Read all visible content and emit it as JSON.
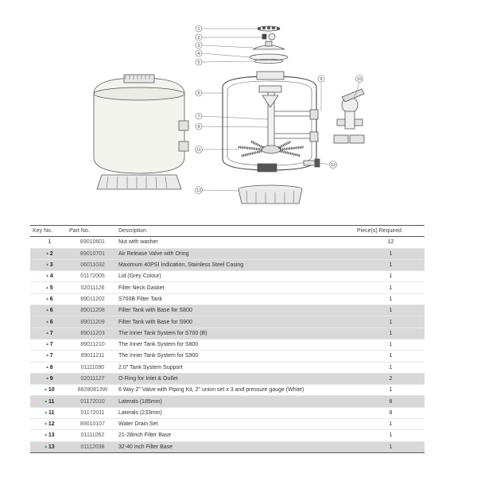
{
  "diagram": {
    "callouts": [
      "1",
      "2",
      "3",
      "4",
      "5",
      "6",
      "7",
      "8",
      "9",
      "10",
      "11",
      "12",
      "13"
    ]
  },
  "table": {
    "headers": {
      "key_no": "Key No.",
      "part_no": "Part No.",
      "description": "Description",
      "pieces": "Piece(s) Required"
    },
    "rows": [
      {
        "key": "1",
        "part": "89010601",
        "desc": "Nut with washer",
        "qty": "12",
        "shade": false,
        "bold": false
      },
      {
        "key": "2",
        "part": "89010701",
        "desc": "Air Release Valve with Oring",
        "qty": "1",
        "shade": true,
        "bold": true
      },
      {
        "key": "3",
        "part": "06011032",
        "desc": "Maximum 40PSI Indication, Stainless Steel Casing",
        "qty": "1",
        "shade": true,
        "bold": true
      },
      {
        "key": "4",
        "part": "01172005",
        "desc": "Lid  (Grey Colour)",
        "qty": "1",
        "shade": false,
        "bold": true
      },
      {
        "key": "5",
        "part": "02011126",
        "desc": "Filter Neck Gasket",
        "qty": "1",
        "shade": false,
        "bold": true
      },
      {
        "key": "6",
        "part": "89011202",
        "desc": "S700B Filter Tank",
        "qty": "1",
        "shade": false,
        "bold": true
      },
      {
        "key": "6",
        "part": "89011208",
        "desc": "Filter Tank with Base for S800",
        "qty": "1",
        "shade": true,
        "bold": true
      },
      {
        "key": "6",
        "part": "89011209",
        "desc": "Filter Tank with Base for S900",
        "qty": "1",
        "shade": true,
        "bold": true
      },
      {
        "key": "7",
        "part": "89011203",
        "desc": "The Inner Tank System for S700 (B)",
        "qty": "1",
        "shade": true,
        "bold": true
      },
      {
        "key": "7",
        "part": "89011210",
        "desc": "The Inner Tank System for S800",
        "qty": "1",
        "shade": false,
        "bold": true
      },
      {
        "key": "7",
        "part": "89011211",
        "desc": "The Inner Tank System for S900",
        "qty": "1",
        "shade": false,
        "bold": true
      },
      {
        "key": "8",
        "part": "01111090",
        "desc": "2.0\" Tank System Support",
        "qty": "1",
        "shade": false,
        "bold": true
      },
      {
        "key": "9",
        "part": "02011127",
        "desc": "O-Ring for Inlet & Outlet",
        "qty": "2",
        "shade": true,
        "bold": true
      },
      {
        "key": "10",
        "part": "88280813W",
        "desc": "6 Way 2\" Valve with Piping Kit, 2\" union set x 3 and pressure gauge (White)",
        "qty": "1",
        "shade": false,
        "bold": true
      },
      {
        "key": "11",
        "part": "01172010",
        "desc": "Laterals (185mm)",
        "qty": "8",
        "shade": true,
        "bold": true
      },
      {
        "key": "11",
        "part": "01172011",
        "desc": "Laterals (233mm)",
        "qty": "8",
        "shade": false,
        "bold": true
      },
      {
        "key": "12",
        "part": "89010107",
        "desc": "Water Drain Set",
        "qty": "1",
        "shade": false,
        "bold": true
      },
      {
        "key": "13",
        "part": "01111062",
        "desc": "21-28inch Filter Base",
        "qty": "1",
        "shade": false,
        "bold": true
      },
      {
        "key": "13",
        "part": "01112038",
        "desc": "32-40 inch Filter Base",
        "qty": "1",
        "shade": true,
        "bold": true
      }
    ]
  }
}
